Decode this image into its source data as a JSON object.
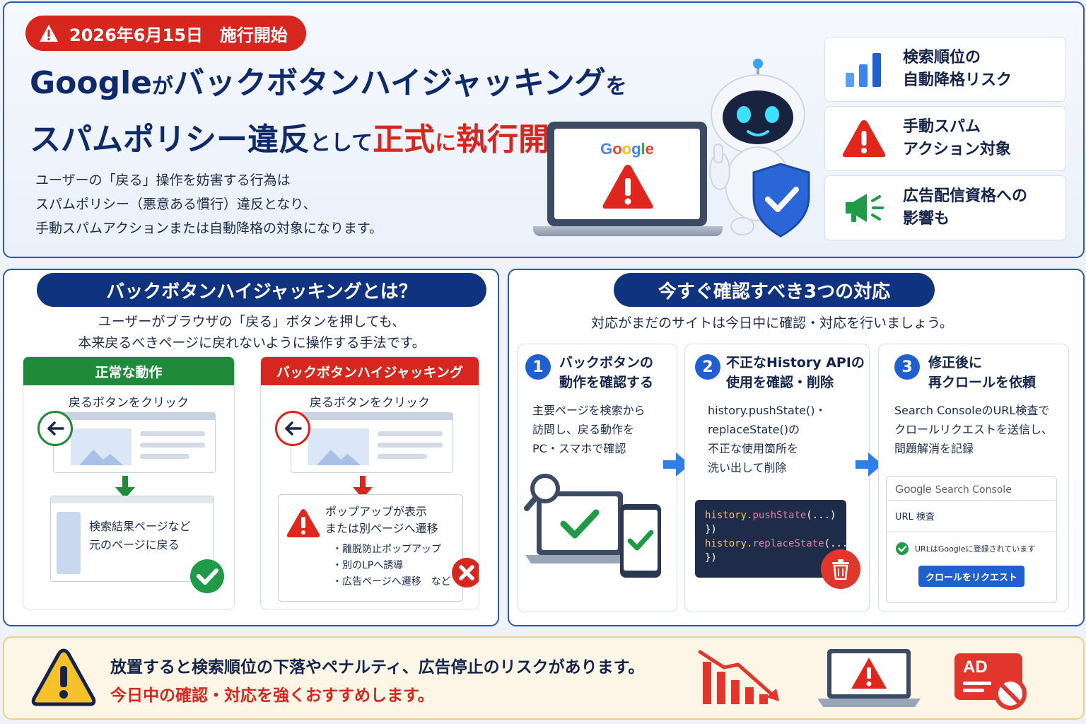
{
  "hero": {
    "date_badge": "2026年6月15日　施行開始",
    "title_google": "Google",
    "title_ga": "が",
    "title_keyword": "バックボタンハイジャッキング",
    "title_wo": "を",
    "title_policy": "スパムポリシー違反",
    "title_toshite": "として",
    "title_official": "正式",
    "title_ni": "に",
    "title_enforce": "執行開始",
    "description": [
      "ユーザーの「戻る」操作を妨害する行為は",
      "スパムポリシー（悪意ある慣行）違反となり、",
      "手動スパムアクションまたは自動降格の対象になります。"
    ],
    "laptop_logo": "Google",
    "risks": [
      {
        "icon": "bar-chart-icon",
        "lines": [
          "検索順位の",
          "自動降格リスク"
        ]
      },
      {
        "icon": "warning-icon",
        "lines": [
          "手動スパム",
          "アクション対象"
        ]
      },
      {
        "icon": "megaphone-icon",
        "lines": [
          "広告配信資格への",
          "影響も"
        ]
      }
    ]
  },
  "what_is": {
    "ribbon": "バックボタンハイジャッキングとは？",
    "description": [
      "ユーザーがブラウザの「戻る」ボタンを押しても、",
      "本来戻るべきページに戻れないように操作する手法です。"
    ],
    "normal": {
      "header": "正常な動作",
      "sub": "戻るボタンをクリック",
      "result": [
        "検索結果ページなど",
        "元のページに戻る"
      ]
    },
    "hijack": {
      "header": "バックボタンハイジャッキング",
      "sub": "戻るボタンをクリック",
      "result": [
        "ポップアップが表示",
        "または別ページへ遷移"
      ],
      "examples": [
        "・離脱防止ポップアップ",
        "・別のLPへ誘導",
        "・広告ページへ遷移　など"
      ]
    }
  },
  "actions": {
    "ribbon": "今すぐ確認すべき3つの対応",
    "description": "対応がまだのサイトは今日中に確認・対応を行いましょう。",
    "steps": [
      {
        "num": "1",
        "title": [
          "バックボタンの",
          "動作を確認する"
        ],
        "body": [
          "主要ページを検索から",
          "訪問し、戻る動作を",
          "PC・スマホで確認"
        ]
      },
      {
        "num": "2",
        "title": [
          "不正なHistory APIの",
          "使用を確認・削除"
        ],
        "body": [
          "history.pushState()・",
          "replaceState()の",
          "不正な使用箇所を",
          "洗い出して削除"
        ]
      },
      {
        "num": "3",
        "title": [
          "修正後に",
          "再クロールを依頼"
        ],
        "body": [
          "Search ConsoleのURL検査で",
          "クロールリクエストを送信し、",
          "問題解消を記録"
        ]
      }
    ],
    "code": {
      "l1_obj": "history.",
      "l1_fn": "pushState",
      "l1_end": "(...)",
      "l2": "})",
      "l3_obj": "history.",
      "l3_fn": "replaceState",
      "l3_end": "(...",
      "l4": "})"
    },
    "search_console": {
      "brand": "Google",
      "product": "Search Console",
      "label": "URL 検査",
      "status": "URLはGoogleに登録されています",
      "button": "クロールをリクエスト"
    }
  },
  "bottom": {
    "line1": "放置すると検索順位の下落やペナルティ、広告停止のリスクがあります。",
    "line2": "今日中の確認・対応を強くおすすめします。",
    "ad_label": "AD"
  },
  "colors": {
    "navy": "#10337f",
    "red": "#d7261e",
    "green": "#1f8a3a",
    "blue": "#1f5fd0"
  }
}
